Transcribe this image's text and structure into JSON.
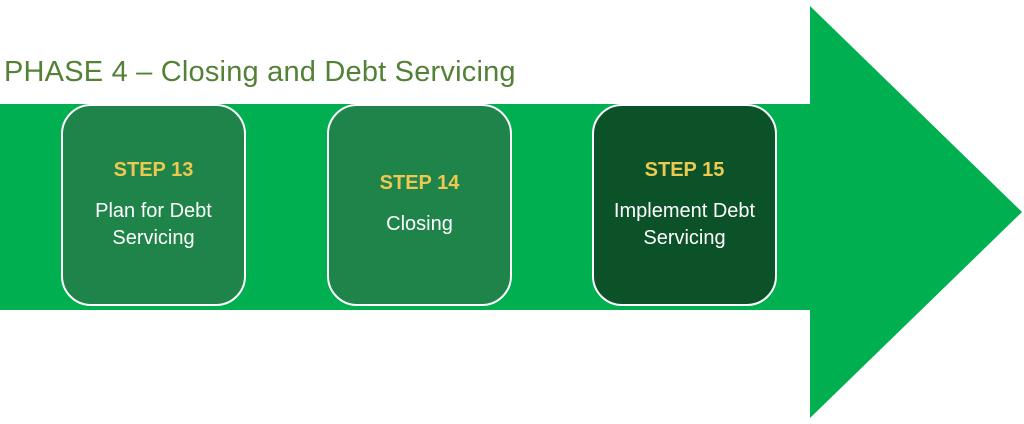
{
  "title": {
    "text": "PHASE 4 – Closing and Debt Servicing",
    "color": "#538135"
  },
  "colors": {
    "arrow": "#00B050",
    "step_box_medium": "#1E8449",
    "step_box_dark": "#0B5229",
    "step_label_gold": "#EDC951",
    "step_name_white": "#FFFFFF",
    "box_border": "#FFFFFF"
  },
  "steps": [
    {
      "step_label": "STEP 13",
      "name": "Plan for Debt Servicing",
      "fill": "#1E8449",
      "label_color": "#EDC951"
    },
    {
      "step_label": "STEP 14",
      "name": "Closing",
      "fill": "#1E8449",
      "label_color": "#EDC951"
    },
    {
      "step_label": "STEP 15",
      "name": "Implement Debt Servicing",
      "fill": "#0B5229",
      "label_color": "#EDC951"
    }
  ]
}
